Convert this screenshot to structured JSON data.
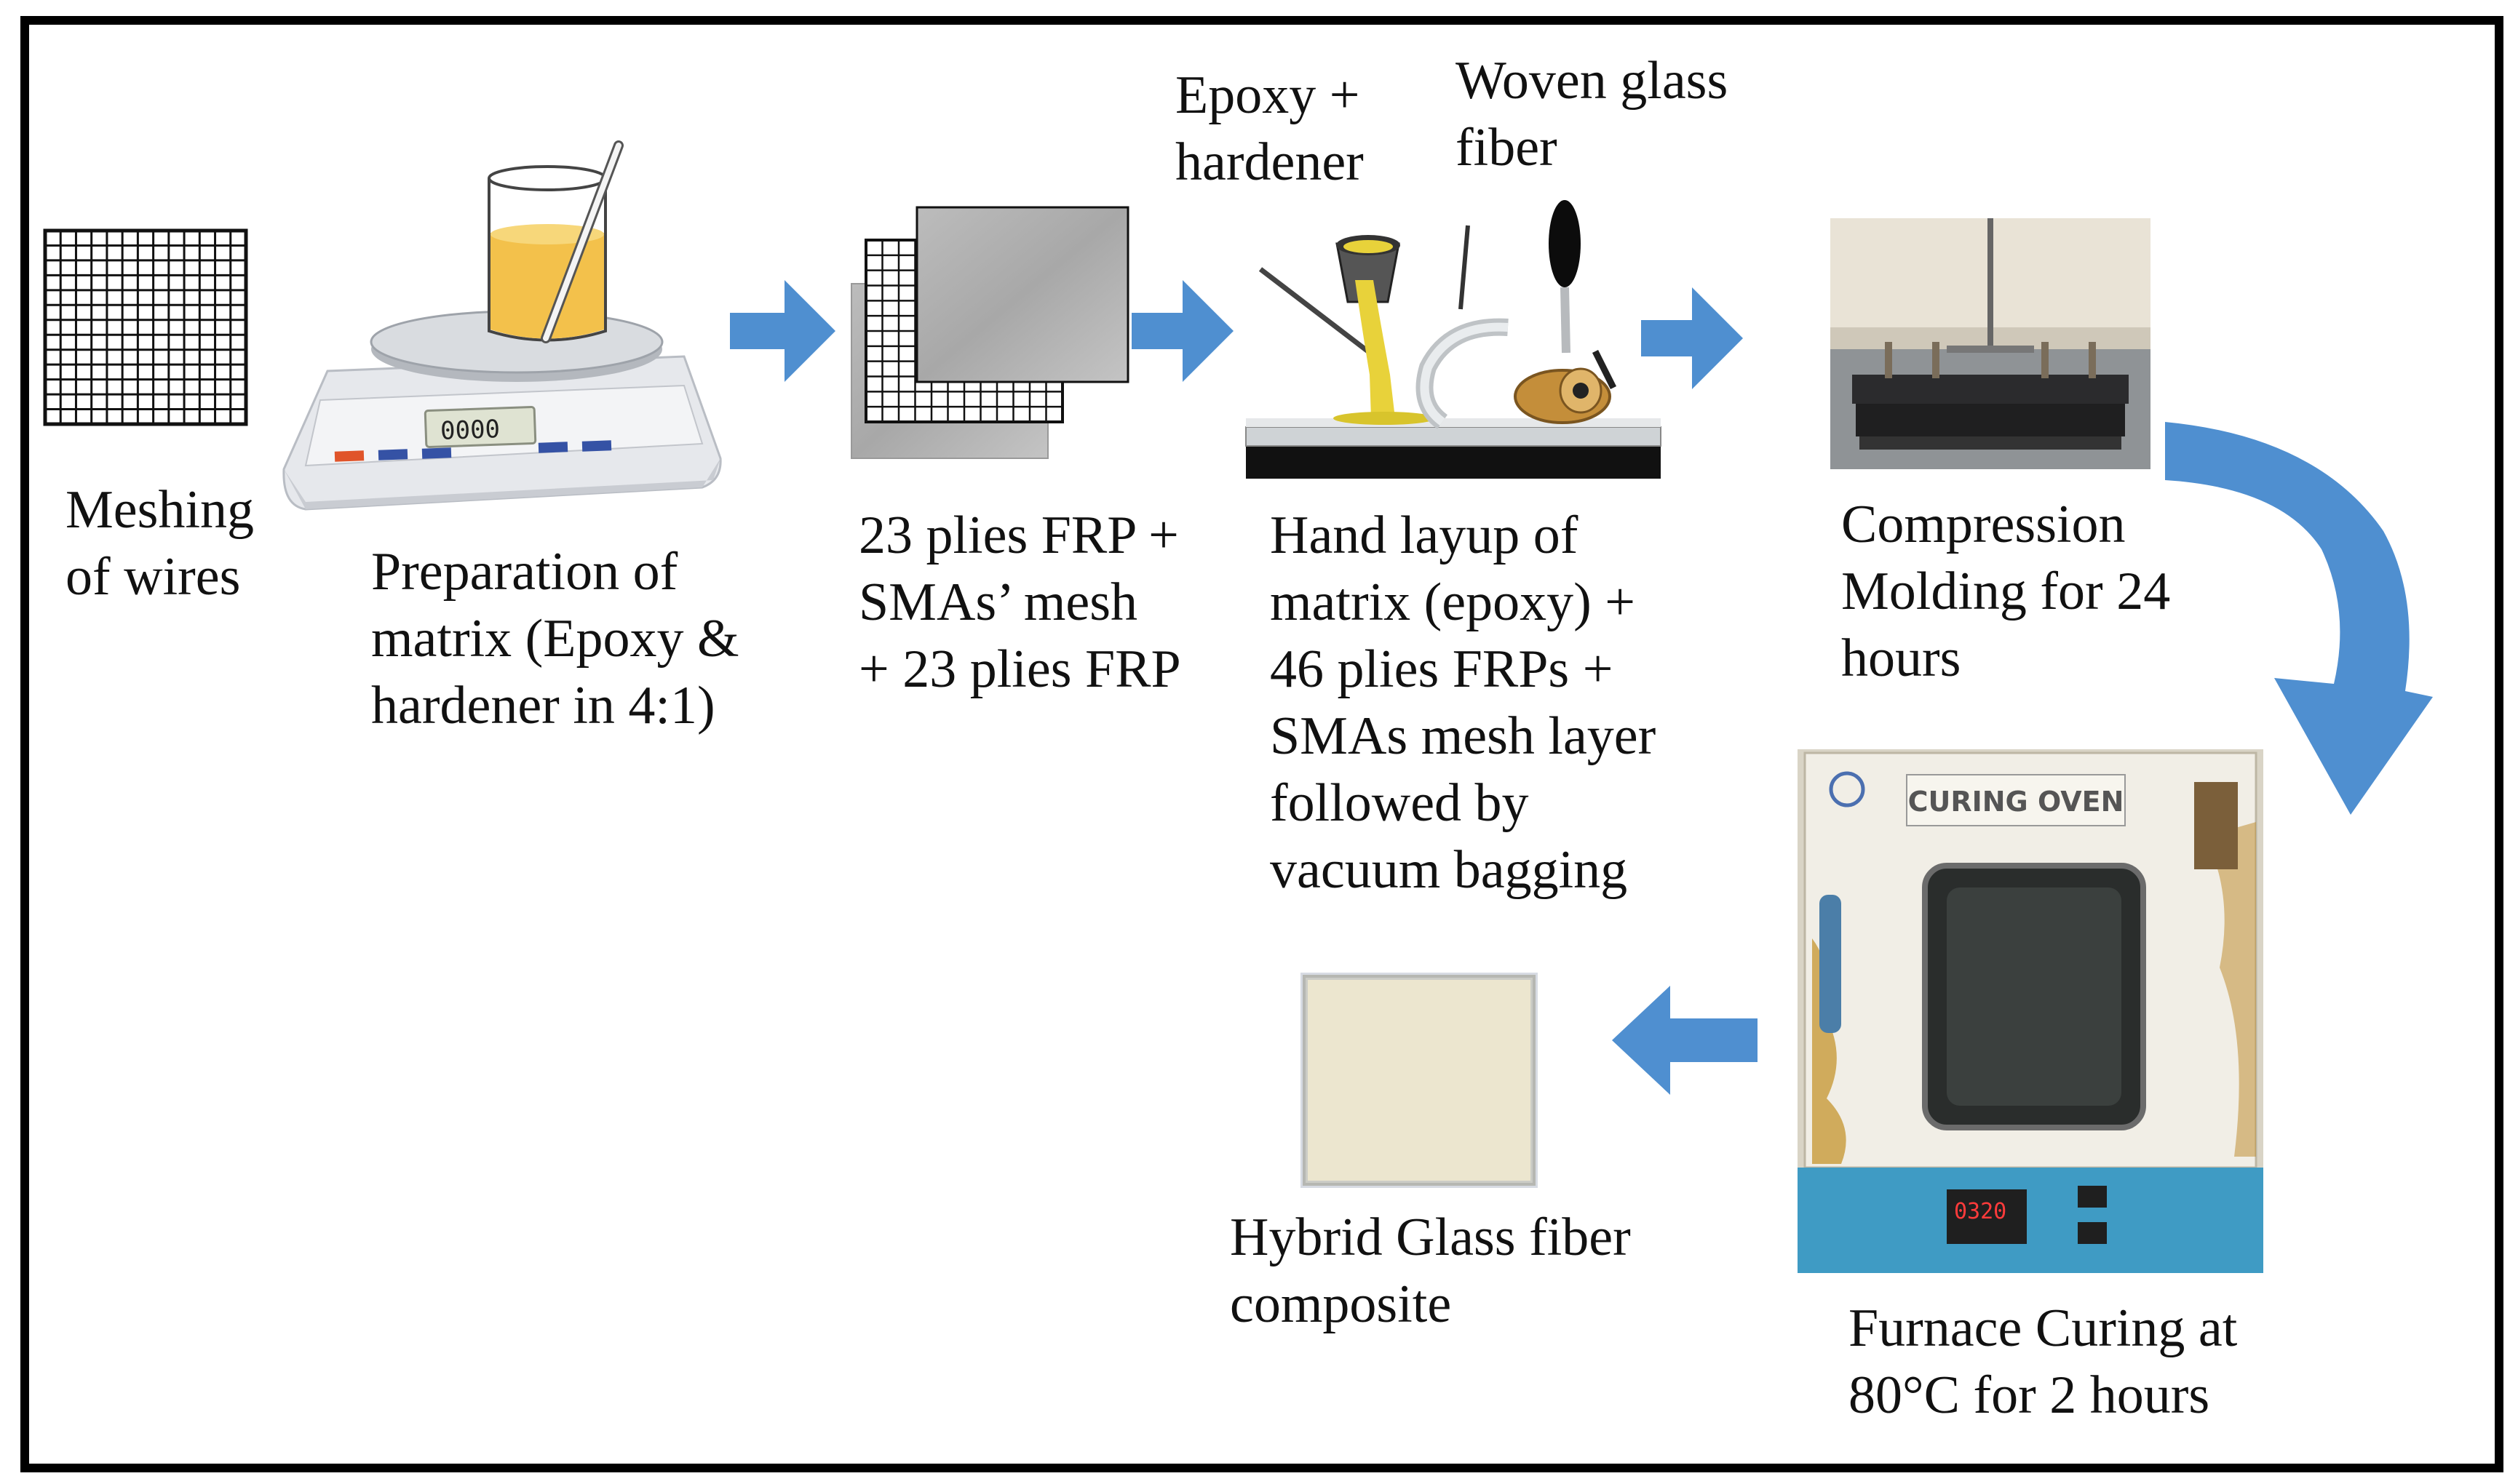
{
  "labels": {
    "meshing": "Meshing\nof wires",
    "matrix_prep": "Preparation of\nmatrix (Epoxy &\nhardener in 4:1)",
    "stack": "23 plies FRP +\nSMAs’ mesh\n+ 23 plies FRP",
    "epoxy": "Epoxy +\nhardener",
    "woven": "Woven glass\nfiber",
    "hand_layup": "Hand layup of\nmatrix (epoxy) +\n46 plies FRPs +\nSMAs mesh layer\nfollowed by\nvacuum bagging",
    "compression": "Compression\nMolding for 24\nhours",
    "furnace": "Furnace Curing at\n80°C for 2 hours",
    "hybrid": "Hybrid Glass fiber\ncomposite"
  },
  "image_text": {
    "scale_display": "0000",
    "oven_sign": "CURING OVEN",
    "oven_display": "0320"
  },
  "colors": {
    "arrow_blue": "#4f8fd0",
    "epoxy_yellow": "#e8d23a",
    "oven_panel": "#3f9bc4"
  }
}
